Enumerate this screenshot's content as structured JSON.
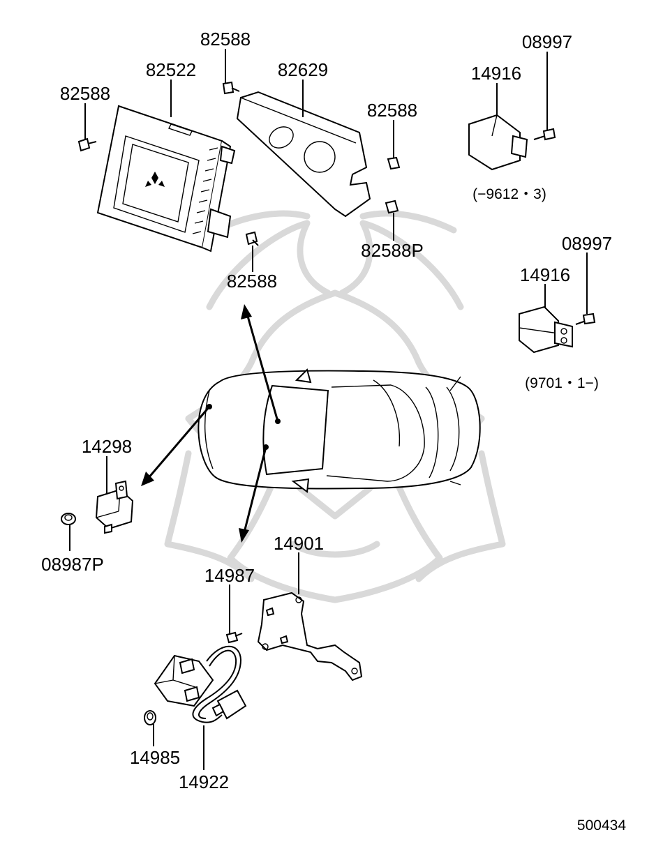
{
  "diagram": {
    "reference_number": "500434",
    "labels": {
      "p82588_top": "82588",
      "p82522": "82522",
      "p82629": "82629",
      "p82588_left": "82588",
      "p82588_right": "82588",
      "p82588_under": "82588",
      "p82588P": "82588P",
      "p08997_top": "08997",
      "p14916_top": "14916",
      "date_range_top": "(−9612・3)",
      "p08997_mid": "08997",
      "p14916_mid": "14916",
      "date_range_mid": "(9701・1−)",
      "p14298": "14298",
      "p08987P": "08987P",
      "p14901": "14901",
      "p14987": "14987",
      "p14985": "14985",
      "p14922": "14922"
    }
  }
}
